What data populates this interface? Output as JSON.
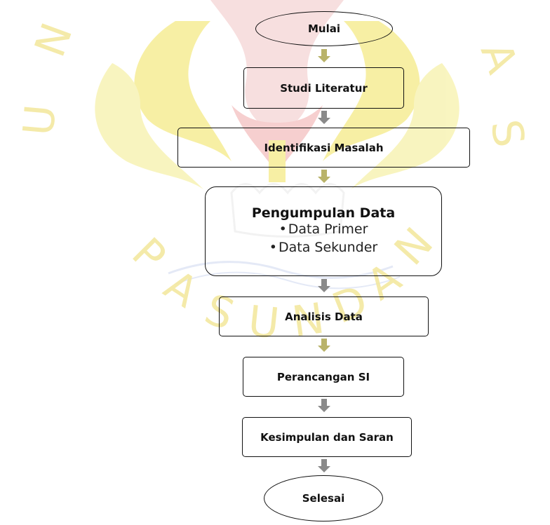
{
  "colors": {
    "border": "#111111",
    "arrow_olive": "#b9b36a",
    "arrow_gray": "#8a8a8a",
    "watermark_yellow": "#f1e25a",
    "watermark_red": "#e58a8a"
  },
  "watermark": {
    "letters_left": [
      "N",
      "U"
    ],
    "letters_right": [
      "A",
      "S"
    ],
    "arc_text": [
      "P",
      "A",
      "S",
      "U",
      "N",
      "D",
      "A",
      "N"
    ]
  },
  "flow": {
    "start": "Mulai",
    "steps": [
      {
        "label": "Studi Literatur"
      },
      {
        "label": "Identifikasi Masalah"
      },
      {
        "label": "Pengumpulan Data",
        "bullets": [
          "Data Primer",
          "Data Sekunder"
        ]
      },
      {
        "label": "Analisis Data"
      },
      {
        "label": "Perancangan SI"
      },
      {
        "label": "Kesimpulan dan Saran"
      }
    ],
    "end": "Selesai"
  }
}
